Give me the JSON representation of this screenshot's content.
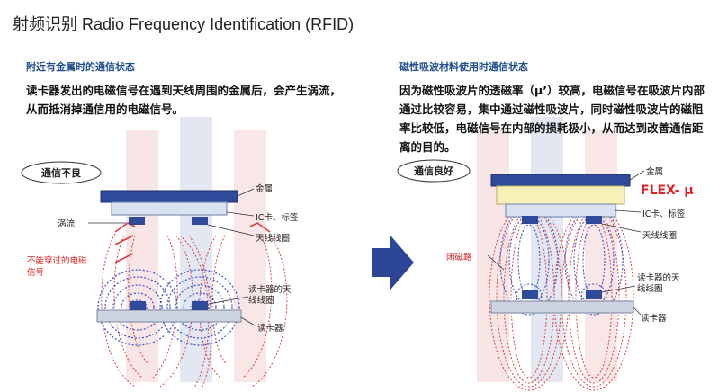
{
  "title": "射频识别 Radio Frequency Identification (RFID)",
  "left": {
    "heading": "附近有金属时的通信状态",
    "description": "读卡器发出的电磁信号在遇到天线周围的金属后，会产生涡流，从而抵消掉通信用的电磁信号。",
    "badge": "通信不良",
    "labels": {
      "metal": "金属",
      "ic_card": "IC卡、标签",
      "eddy": "涡流",
      "antenna": "天线线圈",
      "blocked": "不能穿过的电磁信号",
      "reader_antenna": "读卡器的天线线圈",
      "reader": "读卡器"
    }
  },
  "right": {
    "heading": "磁性吸波材料使用时通信状态",
    "description": "因为磁性吸波片的透磁率（μ’）较高，电磁信号在吸波片内部通过比较容易，集中通过磁性吸波片，同时磁性吸波片的磁阻率比较低，电磁信号在内部的损耗极小，从而达到改善通信距离的目的。",
    "badge": "通信良好",
    "labels": {
      "metal": "金属",
      "flex": "FLEX- μ",
      "ic_card": "IC卡、标签",
      "antenna": "天线线圈",
      "closed_path": "闭磁路",
      "reader_antenna": "读卡器的天线线圈",
      "reader": "读卡器"
    }
  },
  "colors": {
    "metal": "#2f4a9a",
    "card": "#d9e2f0",
    "coil": "#2f4a9a",
    "flux_blue": "#3a4fd0",
    "flux_red": "#e23a3a",
    "flex": "#f7f0b8",
    "arrow": "#2d4596",
    "heading": "#1f4d8f"
  }
}
